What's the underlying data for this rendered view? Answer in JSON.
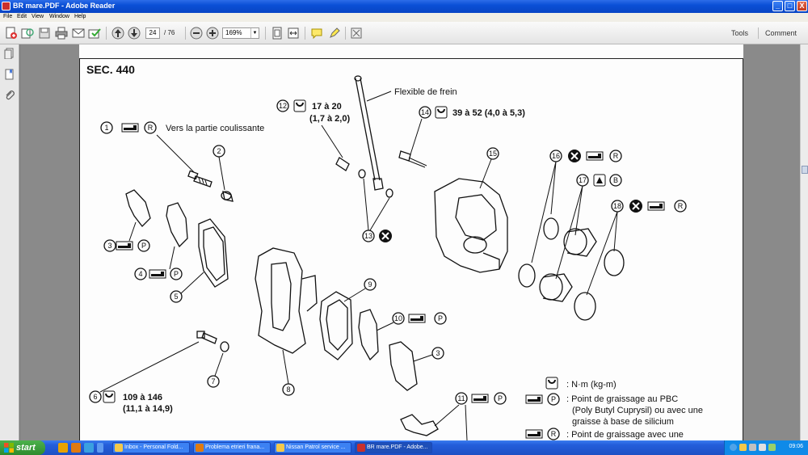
{
  "window": {
    "title": "BR mare.PDF - Adobe Reader",
    "min": "_",
    "max": "□",
    "close": "X"
  },
  "menu": [
    "File",
    "Edit",
    "View",
    "Window",
    "Help"
  ],
  "toolbar": {
    "page_current": "24",
    "page_total": "/ 76",
    "zoom": "169%",
    "tools_label": "Tools",
    "comment_label": "Comment"
  },
  "document": {
    "section_title": "SEC. 440",
    "labels": {
      "l1": "Vers la partie coulissante",
      "flex": "Flexible de frein",
      "t12a": "17 à 20",
      "t12b": "(1,7 à 2,0)",
      "t14": "39 à 52 (4,0 à 5,3)",
      "t6a": "109 à 146",
      "t6b": "(11,1 à 14,9)"
    },
    "legend": {
      "nm": ": N·m (kg-m)",
      "pbc1": ": Point de graissage au PBC",
      "pbc2": "(Poly Butyl Cuprysil) ou avec une",
      "pbc3": "graisse à base de silicium",
      "r1": ": Point de graissage avec une"
    },
    "numbers": {
      "n1": "1",
      "n2": "2",
      "n3": "3",
      "n3b": "3",
      "n4": "4",
      "n5": "5",
      "n6": "6",
      "n7": "7",
      "n8": "8",
      "n9": "9",
      "n10": "10",
      "n11": "11",
      "n12": "12",
      "n13": "13",
      "n14": "14",
      "n15": "15",
      "n16": "16",
      "n17": "17",
      "n18": "18"
    },
    "letters": {
      "R": "R",
      "P": "P",
      "B": "B"
    }
  },
  "taskbar": {
    "start": "start",
    "tasks": [
      {
        "label": "Inbox - Personal Fold...",
        "active": false
      },
      {
        "label": "Problema etrieri frana...",
        "active": false
      },
      {
        "label": "Nissan Patrol service ...",
        "active": false
      },
      {
        "label": "BR mare.PDF - Adobe...",
        "active": true
      }
    ],
    "clock": "09:06"
  }
}
